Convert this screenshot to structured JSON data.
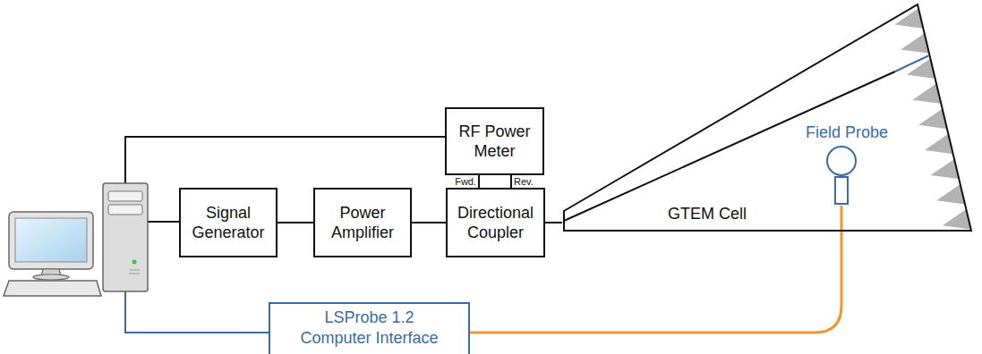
{
  "diagram": {
    "nodes": [
      {
        "text": [
          "RF Power Meter"
        ]
      },
      {
        "text": [
          "Signal Generator"
        ]
      },
      {
        "text": [
          "Power Amplifier"
        ]
      },
      {
        "text": [
          "Directional Coupler"
        ]
      },
      {
        "text": [
          "GTEM Cell"
        ]
      },
      {
        "text": [
          "Field Probe"
        ],
        "in": 4
      },
      {
        "text": [
          "LSProbe 1.2 Computer Interface"
        ]
      }
    ],
    "edges": [
      {
        "from": 1,
        "to": 2,
        "arrow": "none"
      },
      {
        "from": 2,
        "to": 3,
        "arrow": "none"
      },
      {
        "from": 3,
        "to": 4,
        "arrow": "none"
      },
      {
        "from": 3,
        "to": 0,
        "label": "Fwd.",
        "arrow": "none"
      },
      {
        "from": 3,
        "to": 0,
        "label": "Rev.",
        "arrow": "none"
      },
      {
        "from": 5,
        "to": 6,
        "arrow": "none"
      }
    ]
  }
}
